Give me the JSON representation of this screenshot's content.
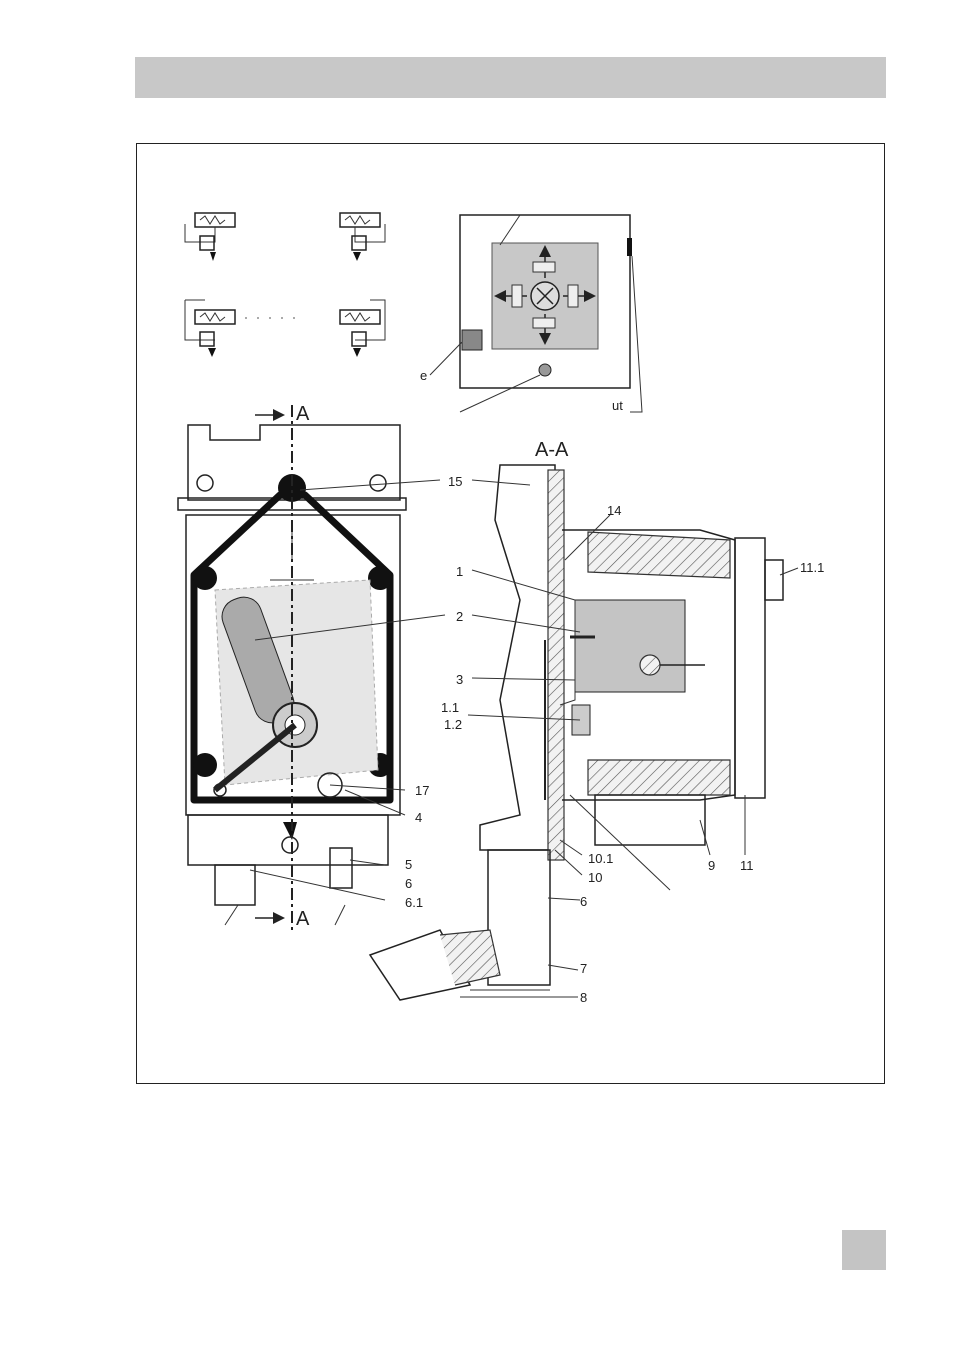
{
  "diagram": {
    "section_marker": "A",
    "section_title": "A-A",
    "partial_labels": {
      "left_fragment": "e",
      "right_fragment": "ut"
    },
    "callouts": [
      "15",
      "14",
      "1",
      "2",
      "3",
      "1.1",
      "1.2",
      "17",
      "4",
      "5",
      "6",
      "6.1",
      "10.1",
      "10",
      "6",
      "7",
      "8",
      "9",
      "11",
      "11.1"
    ]
  }
}
